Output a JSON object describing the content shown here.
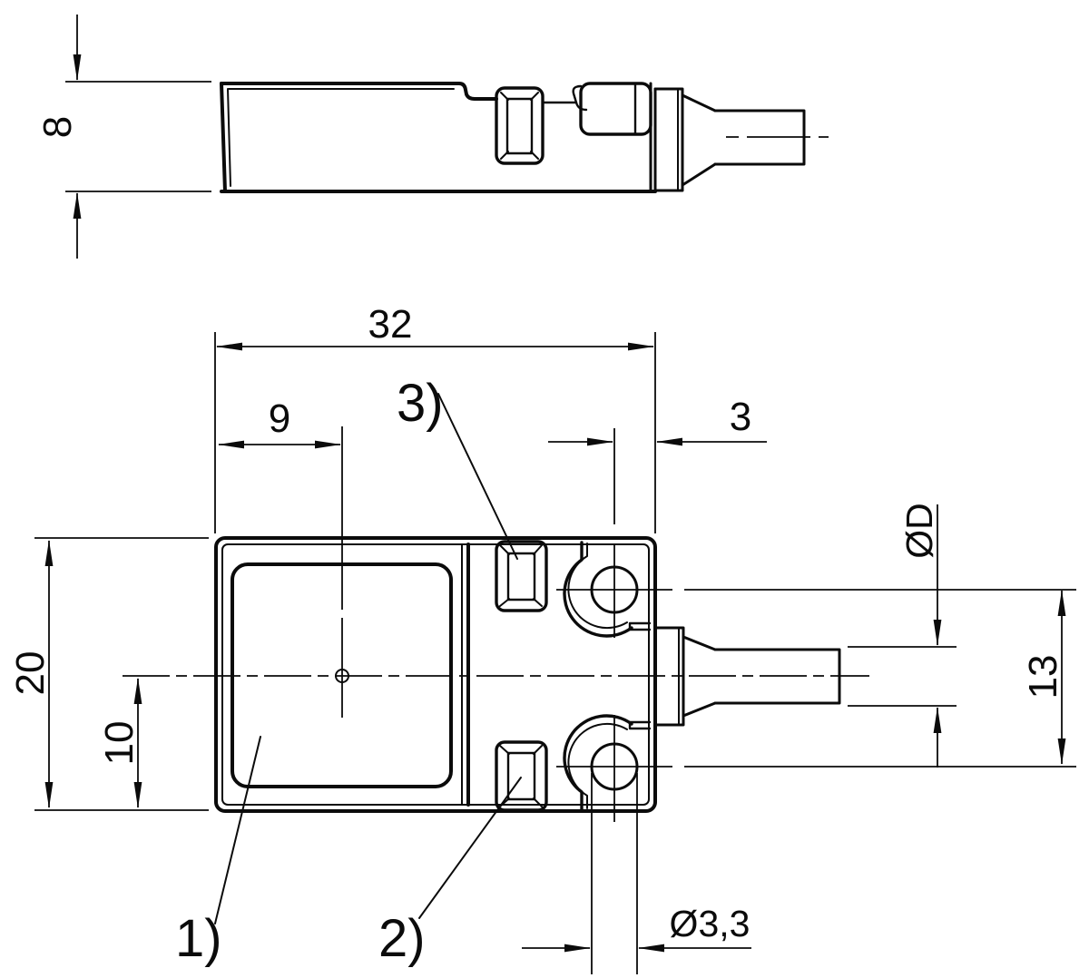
{
  "drawing": {
    "background": "#ffffff",
    "line_color": "#0b0b0b",
    "dimensions": {
      "housing_thickness": "8",
      "housing_length": "32",
      "active_face_center_offset": "9",
      "hole_to_edge": "3",
      "housing_width": "20",
      "centerline_offset": "10",
      "hole_spacing": "13",
      "cable_diameter": "ØD",
      "mounting_hole_diameter": "Ø3,3"
    },
    "callouts": {
      "active_face": "1)",
      "led_lower": "2)",
      "led_upper": "3)"
    }
  }
}
